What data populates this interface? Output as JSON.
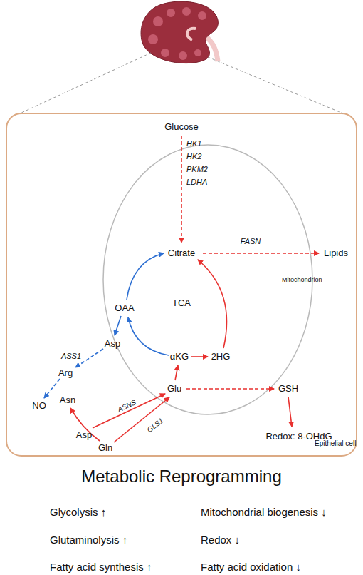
{
  "diagram": {
    "title": "Metabolic Reprogramming",
    "nodes": [
      {
        "text": [
          "Epithelial cell"
        ]
      },
      {
        "text": [
          "Mitochondrion"
        ],
        "in": 0
      }
    ],
    "labels": [
      "Glucose",
      "HK1",
      "HK2",
      "PKM2",
      "LDHA",
      "Citrate",
      "FASN",
      "Lipids",
      "TCA",
      "OAA",
      "Asp",
      "ASS1",
      "Arg",
      "αKG",
      "2HG",
      "NO",
      "Asn",
      "Glu",
      "GSH",
      "ASNS",
      "GLS1",
      "Redox: 8-OHdG",
      "Asp",
      "Gln",
      "Glycolysis ↑",
      "Mitochondrial biogenesis ↓",
      "Glutaminolysis ↑",
      "Redox ↓",
      "Fatty acid synthesis ↑",
      "Fatty acid oxidation ↓"
    ]
  }
}
